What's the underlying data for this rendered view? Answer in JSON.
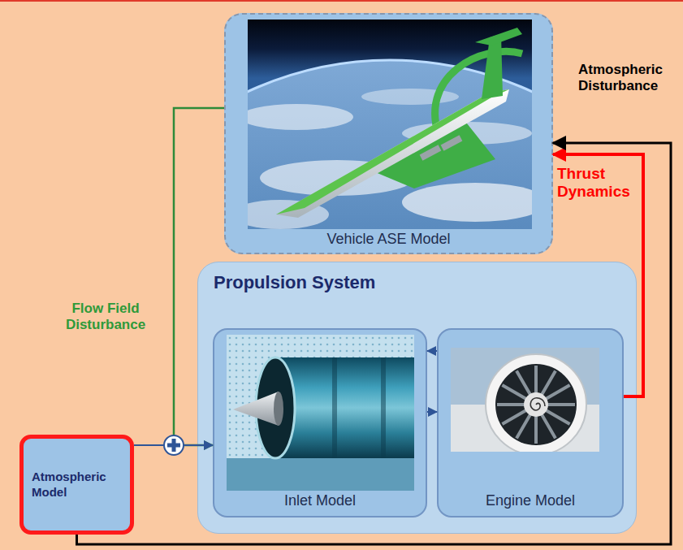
{
  "diagram": {
    "nodes": [
      {
        "text": [
          "Vehicle ASE Model"
        ]
      },
      {
        "text": [
          "Propulsion System"
        ]
      },
      {
        "text": [
          "Inlet Model"
        ],
        "in": 1
      },
      {
        "text": [
          "Engine Model"
        ],
        "in": 1
      },
      {
        "text": [
          "Atmospheric Model"
        ]
      }
    ],
    "edges": [
      {
        "from": 4,
        "to": 2,
        "arrow": "to"
      },
      {
        "from": 0,
        "to": 2,
        "label": "Flow Field Disturbance",
        "arrow": "to"
      },
      {
        "from": 2,
        "to": 3,
        "arrow": "to"
      },
      {
        "from": 3,
        "to": 2,
        "arrow": "to"
      },
      {
        "from": 3,
        "to": 0,
        "label": "Thrust Dynamics",
        "arrow": "to"
      },
      {
        "from": 4,
        "to": 0,
        "label": "Atmospheric Disturbance",
        "arrow": "to"
      }
    ]
  }
}
